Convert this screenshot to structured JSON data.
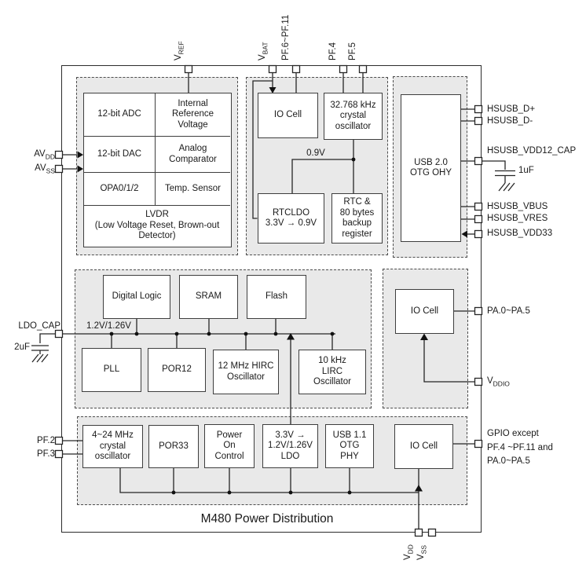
{
  "title": "M480 Power Distribution",
  "colors": {
    "region_fill": "#e9e9e9",
    "line": "#262626",
    "block_border": "#3e3e3e"
  },
  "pins": {
    "vref": {
      "base": "V",
      "sub": "REF"
    },
    "vbat": {
      "base": "V",
      "sub": "BAT"
    },
    "pf6_11": "PF.6~PF.11",
    "pf4": "PF.4",
    "pf5": "PF.5",
    "avdd": {
      "base": "AV",
      "sub": "DD"
    },
    "avss": {
      "base": "AV",
      "sub": "SS"
    },
    "ldo_cap": "LDO_CAP",
    "pf2": "PF.2",
    "pf3": "PF.3",
    "hsusb_dp": "HSUSB_D+",
    "hsusb_dm": "HSUSB_D-",
    "hsusb_vdd12_cap": "HSUSB_VDD12_CAP",
    "hsusb_vbus": "HSUSB_VBUS",
    "hsusb_vres": "HSUSB_VRES",
    "hsusb_vdd33": "HSUSB_VDD33",
    "pa0_5": "PA.0~PA.5",
    "vddio": {
      "base": "V",
      "sub": "DDIO"
    },
    "gpio": "GPIO except\nPF.4 ~PF.11 and\nPA.0~PA.5",
    "vdd": {
      "base": "V",
      "sub": "DD"
    },
    "vss": {
      "base": "V",
      "sub": "SS"
    }
  },
  "nets": {
    "v09": "0.9V",
    "v12": "1.2V/1.26V",
    "c1": "1uF",
    "c2": "2uF"
  },
  "blocks": {
    "adc": "12-bit ADC",
    "irv": "Internal\nReference\nVoltage",
    "dac": "12-bit DAC",
    "comparator": "Analog\nComparator",
    "opa": "OPA0/1/2",
    "temp": "Temp. Sensor",
    "lvdr": "LVDR\n(Low Voltage Reset, Brown-out\nDetector)",
    "io_cell_top": "IO Cell",
    "xtal32k": "32.768 kHz\ncrystal\noscillator",
    "rtcldo": "RTCLDO\n3.3V → 0.9V",
    "rtc": "RTC &\n80 bytes\nbackup\nregister",
    "usb20": "USB 2.0\nOTG OHY",
    "digital_logic": "Digital Logic",
    "sram": "SRAM",
    "flash": "Flash",
    "pll": "PLL",
    "por12": "POR12",
    "hirc": "12 MHz HIRC\nOscillator",
    "lirc": "10 kHz\nLIRC\nOscillator",
    "io_cell_mid": "IO Cell",
    "xtal424": "4~24 MHz\ncrystal\noscillator",
    "por33": "POR33",
    "poc": "Power\nOn\nControl",
    "ldo": "3.3V →\n1.2V/1.26V\nLDO",
    "usb11": "USB 1.1\nOTG\nPHY",
    "io_cell_bot": "IO Cell"
  }
}
